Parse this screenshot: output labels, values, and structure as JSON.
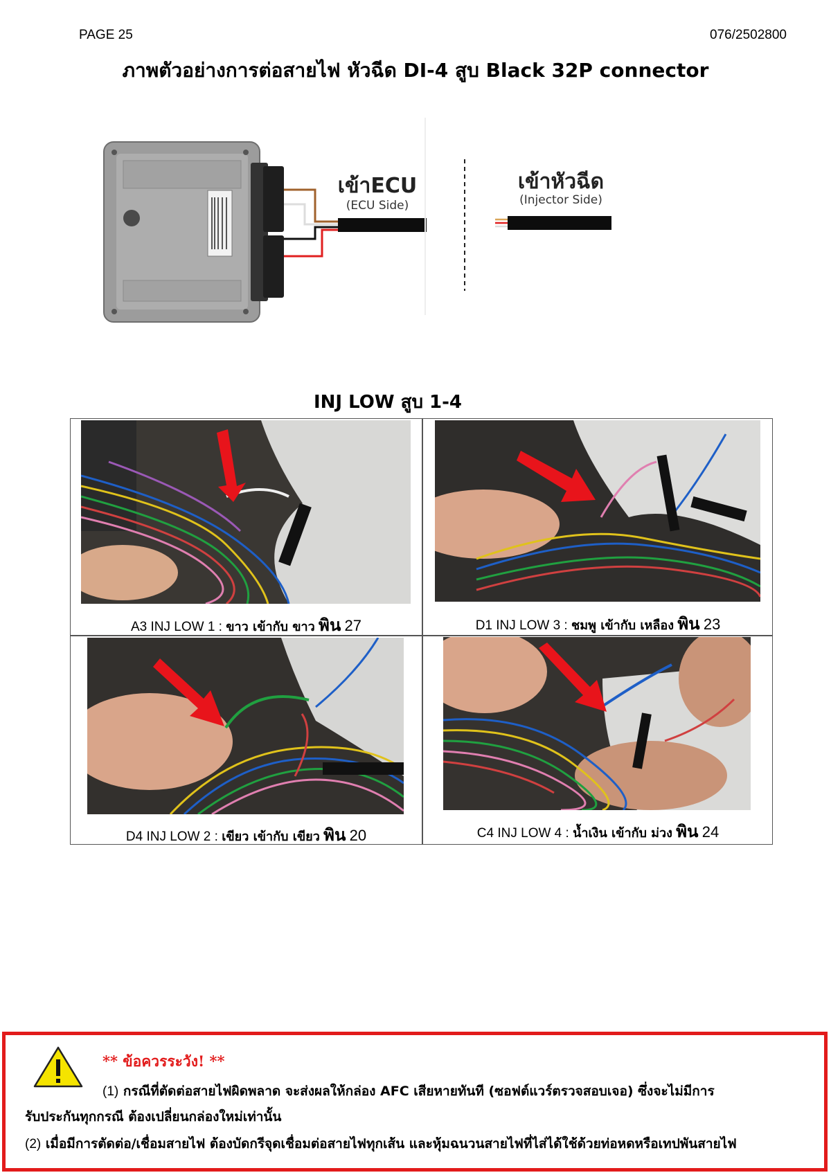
{
  "header": {
    "page": "PAGE 25",
    "code": "076/2502800"
  },
  "title": "ภาพตัวอย่างการต่อสายไฟ หัวฉีด DI-4 สูบ Black 32P connector",
  "diagram": {
    "ecu_label": "เข้าECU",
    "ecu_sub": "(ECU Side)",
    "inj_label": "เข้าหัวฉีด",
    "inj_sub": "(Injector Side)"
  },
  "section_title": "INJ LOW สูบ 1-4",
  "photos": [
    {
      "prefix": "A3 INJ LOW 1 :",
      "desc": "ขาว เข้ากับ ขาว",
      "pin_word": "พิน",
      "pin": "27"
    },
    {
      "prefix": "D1 INJ LOW 3 :",
      "desc": "ชมพู เข้ากับ เหลือง",
      "pin_word": "พิน",
      "pin": "23"
    },
    {
      "prefix": "D4 INJ LOW 2 :",
      "desc": "เขียว เข้ากับ เขียว",
      "pin_word": "พิน",
      "pin": "20"
    },
    {
      "prefix": "C4 INJ LOW 4 :",
      "desc": "น้ำเงิน เข้ากับ ม่วง",
      "pin_word": "พิน",
      "pin": "24"
    }
  ],
  "warning": {
    "title": "** ข้อควรระวัง! **",
    "line1_num": "(1)",
    "line1": "กรณีที่ตัดต่อสายไฟผิดพลาด จะส่งผลให้กล่อง AFC เสียหายทันที (ซอฟต์แวร์ตรวจสอบเจอ) ซึ่งจะไม่มีการ",
    "line1b": "รับประกันทุกกรณี ต้องเปลี่ยนกล่องใหม่เท่านั้น",
    "line2_num": "(2)",
    "line2": "เมื่อมีการตัดต่อ/เชื่อมสายไฟ ต้องบัดกรีจุดเชื่อมต่อสายไฟทุกเส้น และหุ้มฉนวนสายไฟที่ไส่ได้ใช้ด้วยท่อหดหรือเทปพันสายไฟ"
  },
  "colors": {
    "warning_red": "#e21b1b",
    "arrow_red": "#e8141b",
    "warning_yellow": "#f5e400"
  }
}
